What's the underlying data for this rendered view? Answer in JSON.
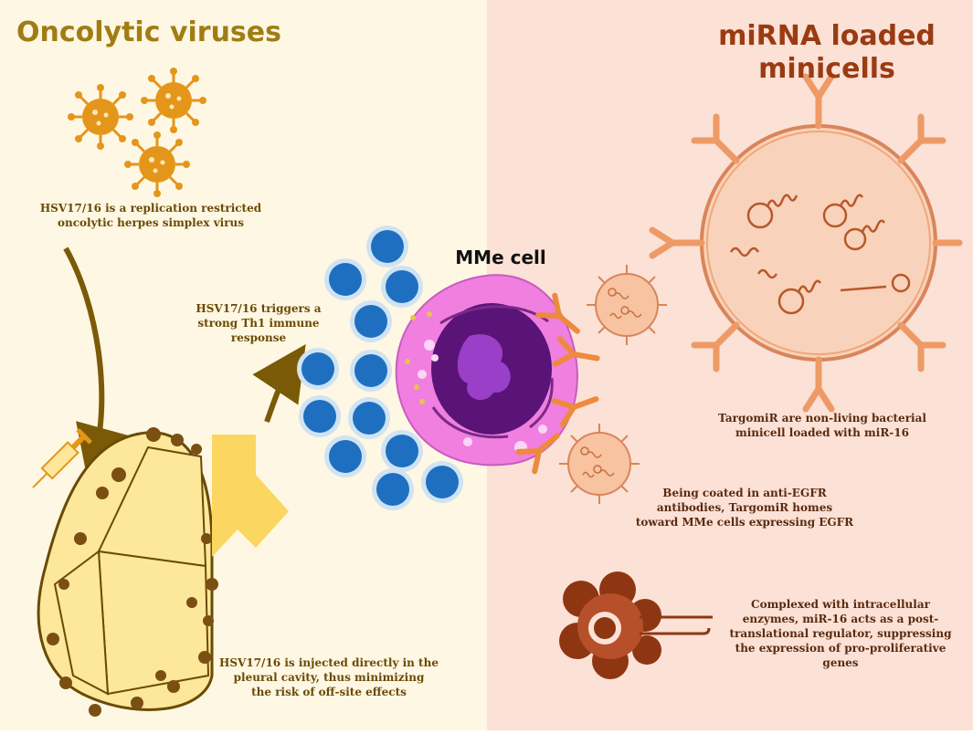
{
  "panels": {
    "left": {
      "title": "Oncolytic viruses",
      "background": "#fef7e3"
    },
    "right": {
      "title_line1": "miRNA loaded",
      "title_line2": "minicells",
      "background": "#fbe1d6"
    }
  },
  "cell": {
    "label": "MMe cell"
  },
  "captions": {
    "virus": [
      "HSV17/16 is a replication restricted",
      "oncolytic herpes simplex virus"
    ],
    "immune": [
      "HSV17/16 triggers a",
      "strong Th1 immune",
      "response"
    ],
    "injection": [
      "HSV17/16 is injected directly in the",
      "pleural cavity, thus minimizing",
      "the risk of off-site effects"
    ],
    "targomir": [
      "TargomiR are non-living bacterial",
      "minicell loaded with miR-16"
    ],
    "egfr": [
      "Being coated in anti-EGFR",
      "antibodies, TargomiR homes",
      "toward MMe cells expressing EGFR"
    ],
    "mir16": [
      "Complexed with intracellular",
      "enzymes, miR-16 acts as a post-",
      "translational regulator, suppressing",
      "the expression of pro-proliferative",
      "genes"
    ]
  },
  "colors": {
    "virus": "#e4961b",
    "arrow": "#7a5a07",
    "lung": "#fde79a",
    "lung_outline": "#6b4a05",
    "nodule": "#7a4f12",
    "immune_cell": "#1f6fc0",
    "immune_halo": "#cfe3f3",
    "cell_membrane": "#f07fe0",
    "nucleus": "#5a1478",
    "chromatin": "#9a3fc8",
    "antibody": "#ee8a3c",
    "minicell": "#f7b48c",
    "complex": "#8e3612"
  },
  "icons": [
    "virus-icon",
    "syringe-icon",
    "lung-icon",
    "trachea-icon",
    "immune-cell-icon",
    "mme-cell-icon",
    "antibody-icon",
    "minicell-icon",
    "mirna-icon",
    "risc-complex-icon"
  ]
}
